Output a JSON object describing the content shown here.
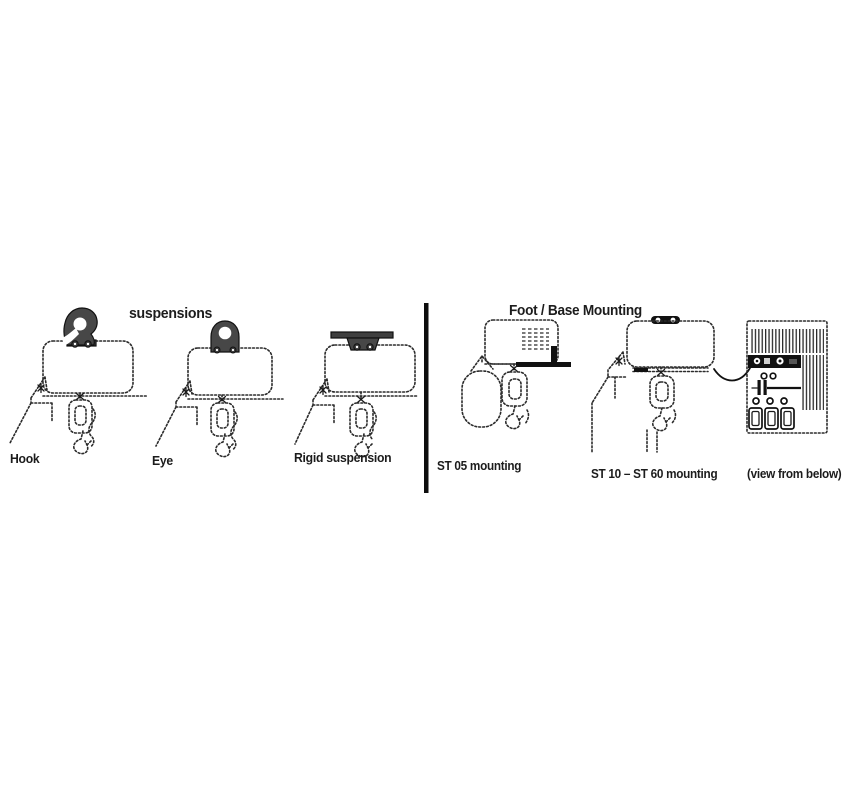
{
  "page": {
    "background": "#ffffff",
    "divider_color": "#111111",
    "ink_color": "#2b2b2b",
    "attachment_fill_color": "#474747"
  },
  "suspensions_panel": {
    "title": "suspensions",
    "figures": [
      {
        "caption": "Hook"
      },
      {
        "caption": "Eye"
      },
      {
        "caption": "Rigid suspension"
      }
    ]
  },
  "mounting_panel": {
    "title": "Foot / Base Mounting",
    "figures": [
      {
        "caption": "ST 05 mounting"
      },
      {
        "caption": "ST 10 – ST 60 mounting"
      },
      {
        "caption": "(view from below)"
      }
    ]
  }
}
